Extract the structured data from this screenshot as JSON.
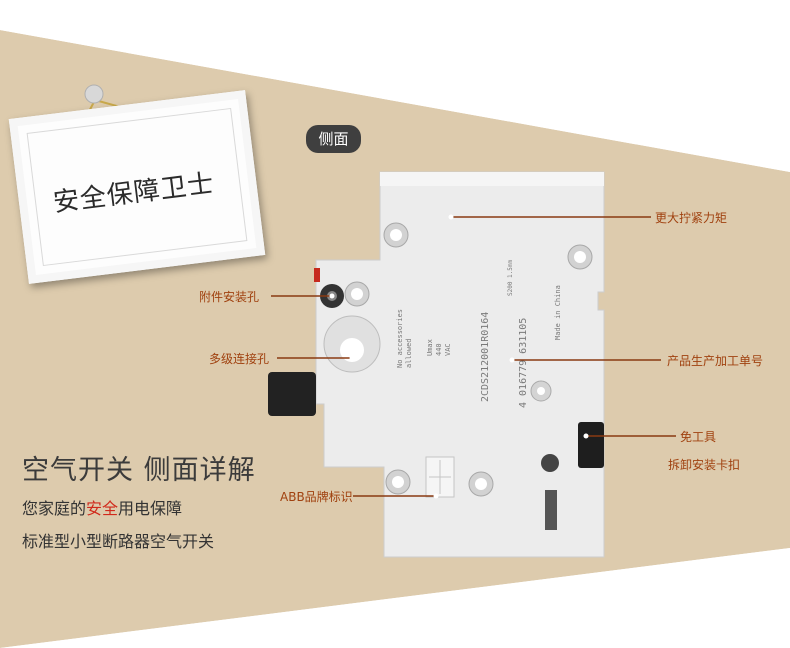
{
  "sign": {
    "title": "安全保障卫士"
  },
  "badge": {
    "label": "侧面"
  },
  "callouts": {
    "torque": "更大拧紧力矩",
    "accessory_hole": "附件安装孔",
    "multi_level": "多级连接孔",
    "serial": "产品生产加工单号",
    "tool_free_1": "免工具",
    "tool_free_2": "拆卸安装卡扣",
    "abb_logo": "ABB品牌标识"
  },
  "headline": "空气开关 侧面详解",
  "subtitle1": {
    "pre": "您家庭的",
    "highlight": "安全",
    "post": "用电保障"
  },
  "subtitle2": "标准型小型断路器空气开关",
  "device": {
    "accessories": [
      "No accessories",
      "allowed"
    ],
    "umax": [
      "Umax",
      "440",
      "VAC"
    ],
    "part": "2CDS212001R0164",
    "barcode": "4 016779 631105",
    "made": "Made in China",
    "code": "S200 1.5mm"
  },
  "colors": {
    "beige": "#ddcbad",
    "accent": "#a0410f",
    "highlight": "#d0291b",
    "badge": "#3f3f3f"
  }
}
